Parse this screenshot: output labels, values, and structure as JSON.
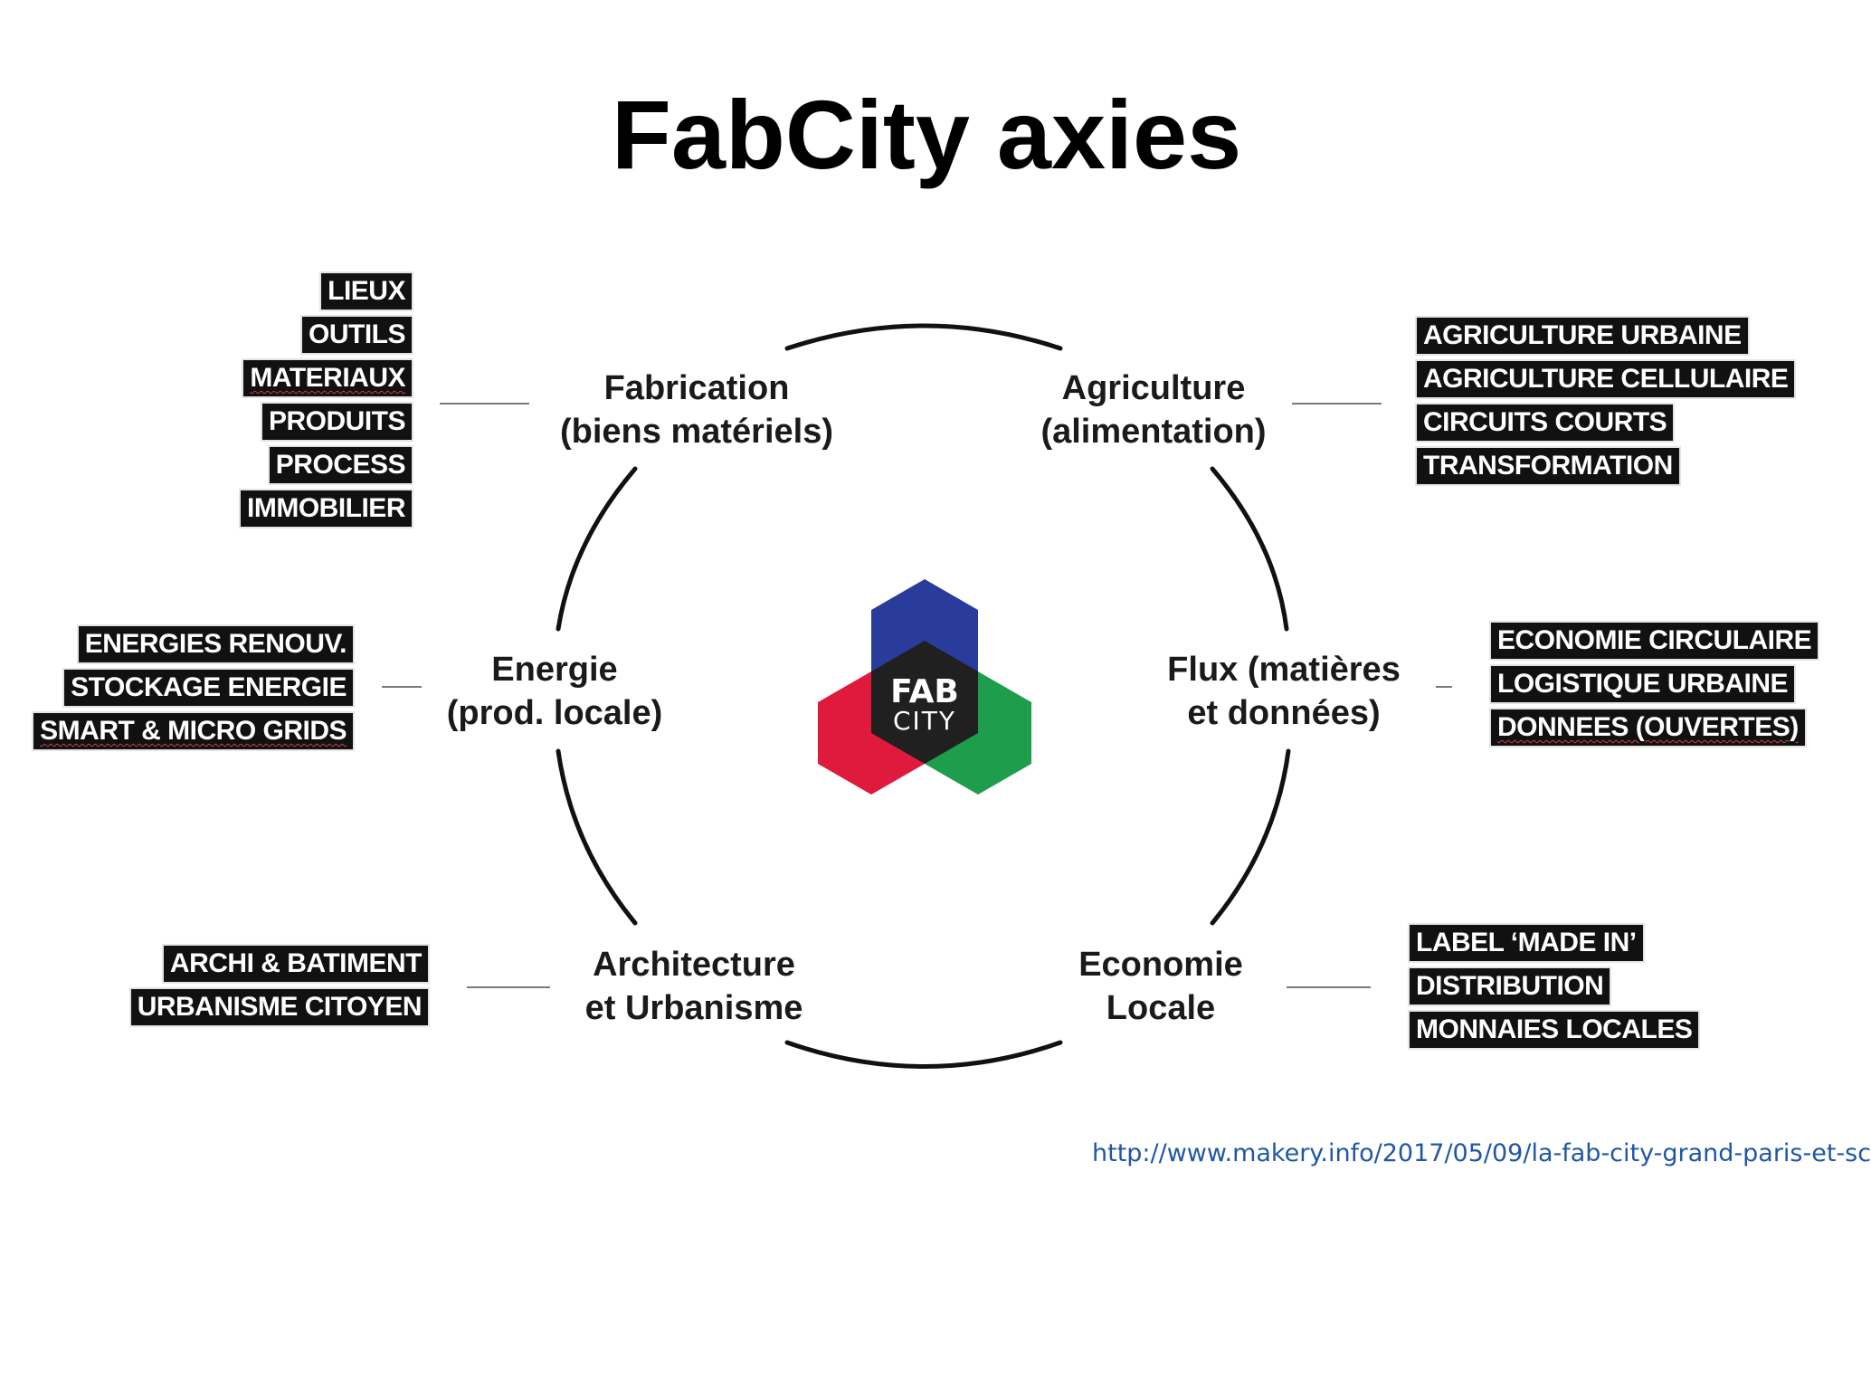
{
  "title": "FabCity axies",
  "logo": {
    "line1": "FAB",
    "line2": "CITY",
    "colors": {
      "blue": "#2a3c9b",
      "red": "#e01a3d",
      "green": "#1e9e4c",
      "center": "#202020"
    }
  },
  "axes": {
    "fabrication": {
      "line1": "Fabrication",
      "line2": "(biens matériels)"
    },
    "agriculture": {
      "line1": "Agriculture",
      "line2": "(alimentation)"
    },
    "energie": {
      "line1": "Energie",
      "line2": "(prod. locale)"
    },
    "flux": {
      "line1": "Flux (matières",
      "line2": "et données)"
    },
    "architecture": {
      "line1": "Architecture",
      "line2": "et Urbanisme"
    },
    "economie": {
      "line1": "Economie",
      "line2": "Locale"
    }
  },
  "tags": {
    "fabrication": [
      "LIEUX",
      "OUTILS",
      "MATERIAUX",
      "PRODUITS",
      "PROCESS",
      "IMMOBILIER"
    ],
    "agriculture": [
      "AGRICULTURE URBAINE",
      "AGRICULTURE CELLULAIRE",
      "CIRCUITS COURTS",
      "TRANSFORMATION"
    ],
    "energie": [
      "ENERGIES RENOUV.",
      "STOCKAGE ENERGIE",
      "SMART & MICRO GRIDS"
    ],
    "flux": [
      "ECONOMIE CIRCULAIRE",
      "LOGISTIQUE URBAINE",
      "DONNEES (OUVERTES)"
    ],
    "architecture": [
      "ARCHI & BATIMENT",
      "URBANISME CITOYEN"
    ],
    "economie": [
      "LABEL ‘MADE IN’",
      "DISTRIBUTION",
      "MONNAIES LOCALES"
    ]
  },
  "source_url": "http://www.makery.info/2017/05/09/la-fab-city-grand-paris-et-sc"
}
